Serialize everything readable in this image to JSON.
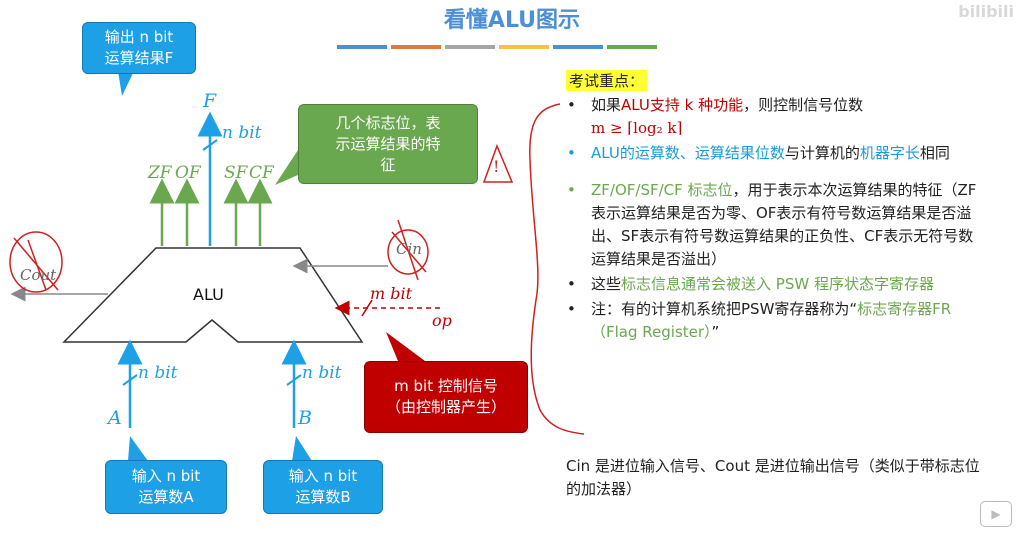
{
  "title": "看懂ALU图示",
  "watermark": "bilibili",
  "colors": {
    "bar": [
      "#4a8fd8",
      "#e07b39",
      "#a5a5a5",
      "#f5c242",
      "#4a8fd8",
      "#6aa84f"
    ]
  },
  "callouts": {
    "output": [
      "输出 n bit",
      "运算结果F"
    ],
    "flags": [
      "几个标志位，表",
      "示运算结果的特",
      "征"
    ],
    "control": [
      "m bit 控制信号",
      "（由控制器产生）"
    ],
    "input_a": [
      "输入 n bit",
      "运算数A"
    ],
    "input_b": [
      "输入 n bit",
      "运算数B"
    ]
  },
  "diagram": {
    "alu": "ALU",
    "f": "F",
    "nbit": "n bit",
    "mbit": "m bit",
    "zf": "ZF",
    "of": "OF",
    "sf": "SF",
    "cf": "CF",
    "cin": "Cin",
    "cout": "Cout",
    "op": "op",
    "a": "A",
    "b": "B",
    "exclaim": "!"
  },
  "exam": {
    "label": "考试重点：",
    "b1_p1": "如果",
    "b1_p2": "ALU支持 k 种功能",
    "b1_p3": "，则控制信号位数",
    "b1_formula": "m ≥ ⌈log₂ k⌉",
    "b2_p1": "ALU的运算数、运算结果位数",
    "b2_p2": "与计算机的",
    "b2_p3": "机器字长",
    "b2_p4": "相同",
    "b3_p1": "ZF/OF/SF/CF 标志位",
    "b3_p2": "，用于表示本次运算结果的特征（ZF表示运算结果是否为零、OF表示有符号数运算结果是否溢出、SF表示有符号数运算结果的正负性、CF表示无符号数运算结果是否溢出）",
    "b4_p1": "这些",
    "b4_p2": "标志信息通常会被送入 PSW 程序状态字寄存器",
    "b5_p1": "注：有的计算机系统把PSW寄存器称为“",
    "b5_p2": "标志寄存器FR（Flag Register）",
    "b5_p3": "”"
  },
  "footnote": "Cin 是进位输入信号、Cout 是进位输出信号（类似于带标志位的加法器）",
  "play_icon": "▶"
}
